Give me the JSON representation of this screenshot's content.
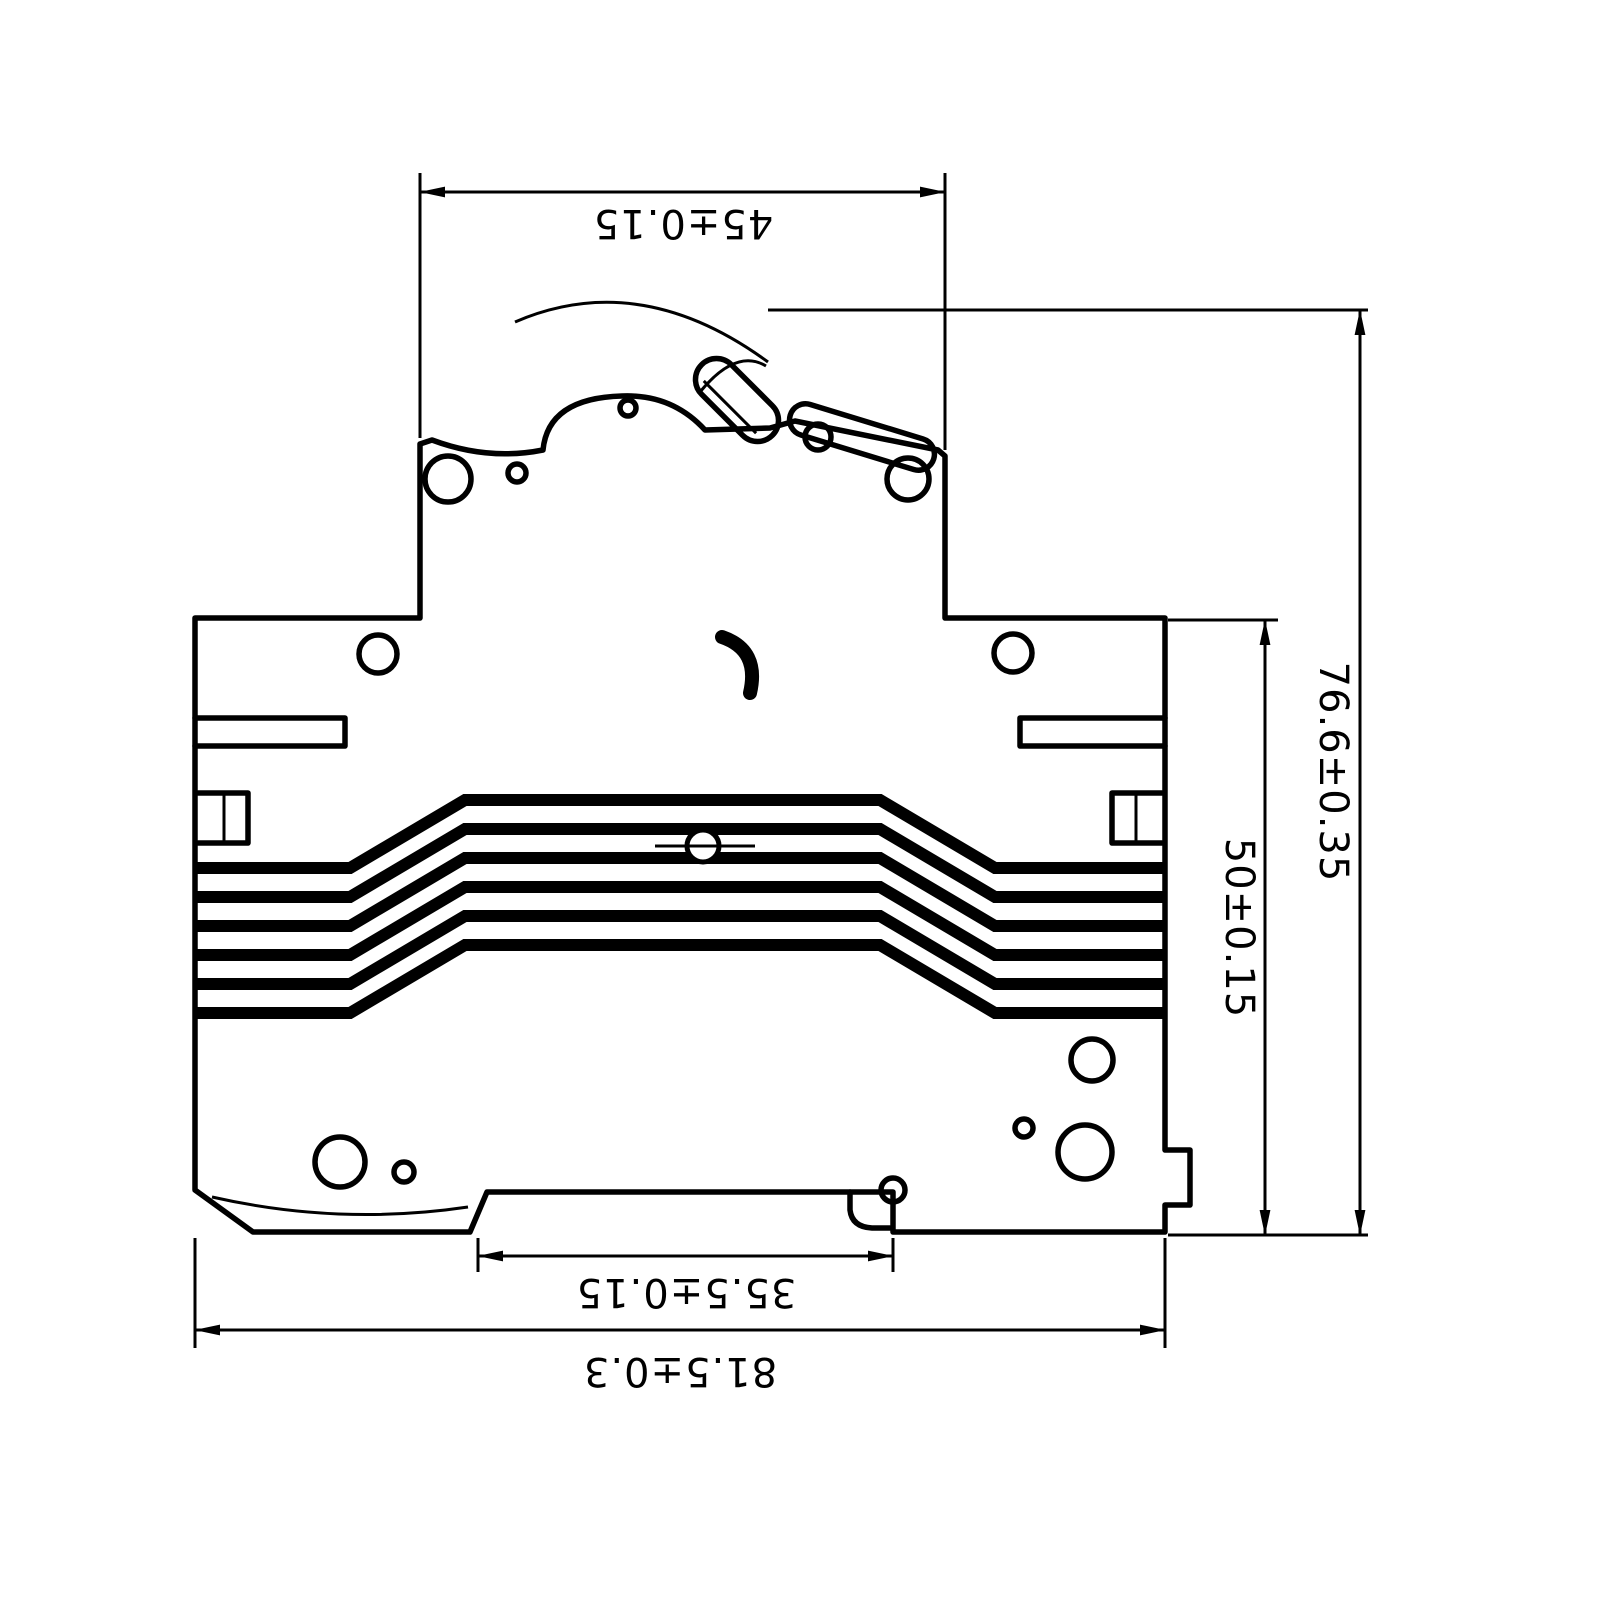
{
  "drawing": {
    "ink_color": "#000000",
    "background_color": "#ffffff",
    "dimensions": {
      "top_width": "45±0.15",
      "overall_height": "76.6±0.35",
      "body_height": "50±0.15",
      "din_slot_width": "35.5±0.15",
      "overall_width": "81.5±0.3"
    }
  }
}
